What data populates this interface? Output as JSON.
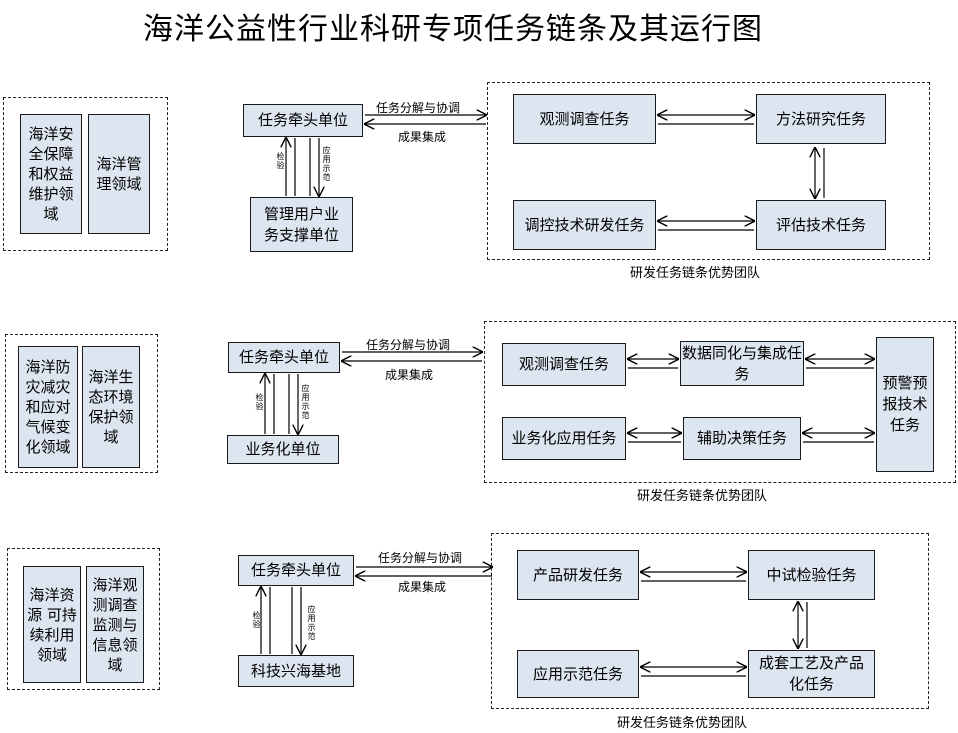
{
  "title": "海洋公益性行业科研专项任务链条及其运行图",
  "sections": [
    {
      "domains": [
        "海洋安全保障和权益维护领域",
        "海洋管理领域"
      ],
      "lead": "任务牵头单位",
      "user_unit": "管理用户业务支撑单位",
      "up_label": "检验",
      "down_label": "应用示范",
      "right_top_label": "任务分解与协调",
      "right_bottom_label": "成果集成",
      "tasks": [
        "观测调查任务",
        "方法研究任务",
        "调控技术研发任务",
        "评估技术任务"
      ],
      "team": "研发任务链条优势团队"
    },
    {
      "domains": [
        "海洋防灾减灾和应对气候变化领域",
        "海洋生态环境保护领域"
      ],
      "lead": "任务牵头单位",
      "user_unit": "业务化单位",
      "up_label": "检验",
      "down_label": "应用示范",
      "right_top_label": "任务分解与协调",
      "right_bottom_label": "成果集成",
      "tasks": [
        "观测调查任务",
        "数据同化与集成任务",
        "业务化应用任务",
        "辅助决策任务",
        "预警预报技术任务"
      ],
      "team": "研发任务链条优势团队"
    },
    {
      "domains": [
        "海洋资源 可持续利用领域",
        "海洋观测调查监测与信息领域"
      ],
      "lead": "任务牵头单位",
      "user_unit": "科技兴海基地",
      "up_label": "检验",
      "down_label": "应用示范",
      "right_top_label": "任务分解与协调",
      "right_bottom_label": "成果集成",
      "tasks": [
        "产品研发任务",
        "中试检验任务",
        "应用示范任务",
        "成套工艺及产品化任务"
      ],
      "team": "研发任务链条优势团队"
    }
  ]
}
